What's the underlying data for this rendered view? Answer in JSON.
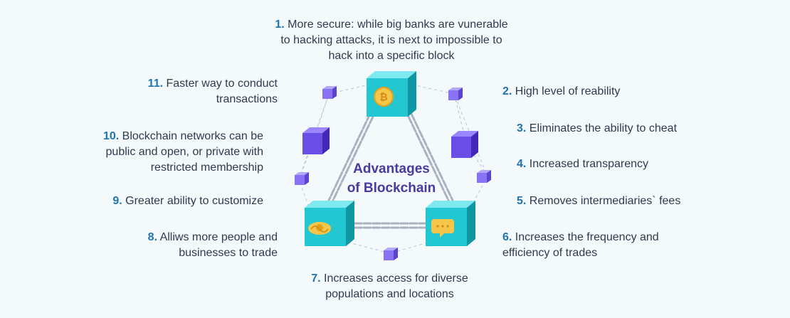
{
  "title_line1": "Advantages",
  "title_line2": "of Blockchain",
  "items": [
    {
      "num": "1.",
      "text": "More secure: while big banks are vunerable to hacking attacks, it is next to impossible to hack into a specific block"
    },
    {
      "num": "2.",
      "text": "High level of reability"
    },
    {
      "num": "3.",
      "text": "Eliminates the ability to cheat"
    },
    {
      "num": "4.",
      "text": "Increased transparency"
    },
    {
      "num": "5.",
      "text": "Removes intermediaries` fees"
    },
    {
      "num": "6.",
      "text": "Increases the frequency and efficiency of trades"
    },
    {
      "num": "7.",
      "text": "Increases access for diverse populations and locations"
    },
    {
      "num": "8.",
      "text": "Alliws more people and businesses to trade"
    },
    {
      "num": "9.",
      "text": "Greater ability to customize"
    },
    {
      "num": "10.",
      "text": "Blockchain networks can be public and open, or private with restricted membership"
    },
    {
      "num": "11.",
      "text": "Faster way to conduct transactions"
    }
  ],
  "colors": {
    "teal_block": "#22c7d1",
    "purple_block": "#6a4fe6",
    "number_blue": "#1f73b0",
    "title_purple": "#4a3a9e",
    "text": "#2f3a4e",
    "coin": "#f6c64a"
  },
  "icons": [
    "bitcoin-icon",
    "handshake-icon",
    "chat-bubble-icon"
  ]
}
